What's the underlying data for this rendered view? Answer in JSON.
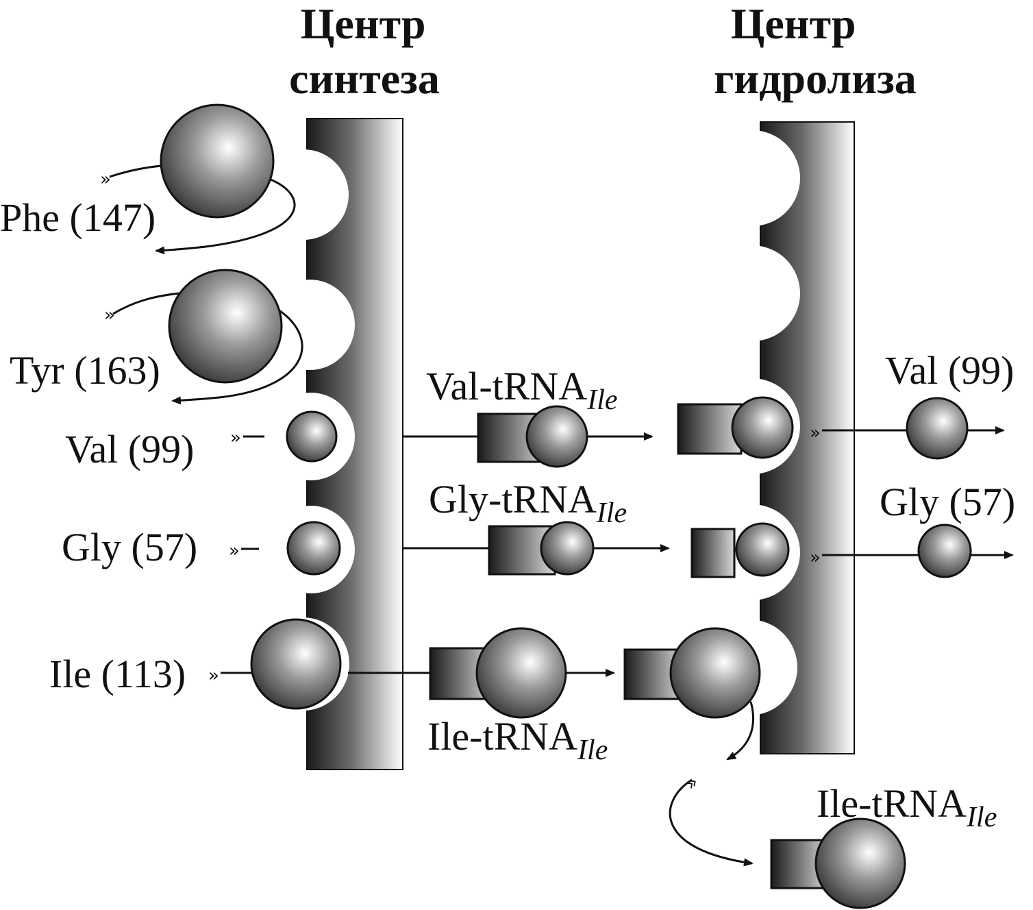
{
  "headers": {
    "synthesis": [
      "Центр",
      "синтеза"
    ],
    "hydrolysis": [
      "Центр",
      "гидролиза"
    ]
  },
  "amino_acids": {
    "phe": "Phe (147)",
    "tyr": "Tyr (163)",
    "val": "Val (99)",
    "gly": "Gly (57)",
    "ile": "Ile (113)"
  },
  "complexes": {
    "val": {
      "prefix": "Val-tRNA",
      "subscript": "Ile"
    },
    "gly": {
      "prefix": "Gly-tRNA",
      "subscript": "Ile"
    },
    "ile": {
      "prefix": "Ile-tRNA",
      "subscript": "Ile"
    },
    "ile_released": {
      "prefix": "Ile-tRNA",
      "subscript": "Ile"
    }
  },
  "products": {
    "val": "Val (99)",
    "gly": "Gly (57)"
  }
}
